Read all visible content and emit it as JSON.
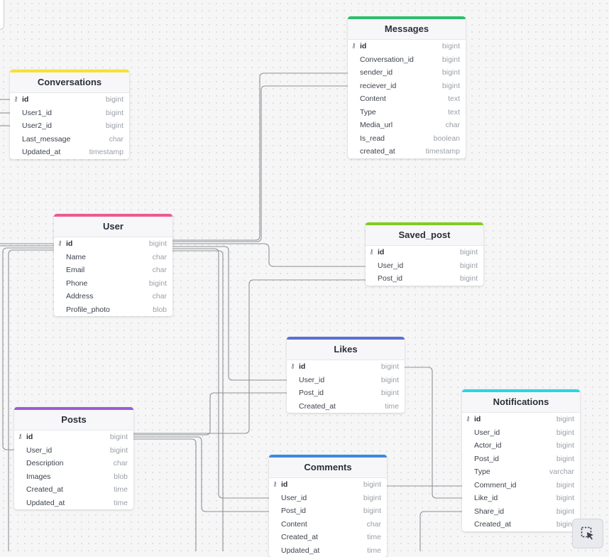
{
  "tables": [
    {
      "name": "Messages",
      "color": "#2bbf6a",
      "fields": [
        [
          "id",
          "bigint"
        ],
        [
          "Conversation_id",
          "bigint"
        ],
        [
          "sender_id",
          "bigint"
        ],
        [
          "reciever_id",
          "bigint"
        ],
        [
          "Content",
          "text"
        ],
        [
          "Type",
          "text"
        ],
        [
          "Media_url",
          "char"
        ],
        [
          "Is_read",
          "boolean"
        ],
        [
          "created_at",
          "timestamp"
        ]
      ]
    },
    {
      "name": "Conversations",
      "color": "#f5e13b",
      "fields": [
        [
          "id",
          "bigint"
        ],
        [
          "User1_id",
          "bigint"
        ],
        [
          "User2_id",
          "bigint"
        ],
        [
          "Last_message",
          "char"
        ],
        [
          "Updated_at",
          "timestamp"
        ]
      ]
    },
    {
      "name": "User",
      "color": "#ec5a8a",
      "fields": [
        [
          "id",
          "bigint"
        ],
        [
          "Name",
          "char"
        ],
        [
          "Email",
          "char"
        ],
        [
          "Phone",
          "bigint"
        ],
        [
          "Address",
          "char"
        ],
        [
          "Profile_photo",
          "blob"
        ]
      ]
    },
    {
      "name": "Saved_post",
      "color": "#7ccf1e",
      "fields": [
        [
          "id",
          "bigint"
        ],
        [
          "User_id",
          "bigint"
        ],
        [
          "Post_id",
          "bigint"
        ]
      ]
    },
    {
      "name": "Likes",
      "color": "#5a6fd6",
      "fields": [
        [
          "id",
          "bigint"
        ],
        [
          "User_id",
          "bigint"
        ],
        [
          "Post_id",
          "bigint"
        ],
        [
          "Created_at",
          "time"
        ]
      ]
    },
    {
      "name": "Notifications",
      "color": "#2ad4e6",
      "fields": [
        [
          "id",
          "bigint"
        ],
        [
          "User_id",
          "bigint"
        ],
        [
          "Actor_id",
          "bigint"
        ],
        [
          "Post_id",
          "bigint"
        ],
        [
          "Type",
          "varchar"
        ],
        [
          "Comment_id",
          "bigint"
        ],
        [
          "Like_id",
          "bigint"
        ],
        [
          "Share_id",
          "bigint"
        ],
        [
          "Created_at",
          "bigint"
        ]
      ]
    },
    {
      "name": "Posts",
      "color": "#9b5bd6",
      "fields": [
        [
          "id",
          "bigint"
        ],
        [
          "User_id",
          "bigint"
        ],
        [
          "Description",
          "char"
        ],
        [
          "Images",
          "blob"
        ],
        [
          "Created_at",
          "time"
        ],
        [
          "Updated_at",
          "time"
        ]
      ]
    },
    {
      "name": "Comments",
      "color": "#3a8be0",
      "fields": [
        [
          "id",
          "bigint"
        ],
        [
          "User_id",
          "bigint"
        ],
        [
          "Post_id",
          "bigint"
        ],
        [
          "Content",
          "char"
        ],
        [
          "Created_at",
          "time"
        ],
        [
          "Updated_at",
          "time"
        ]
      ]
    }
  ],
  "icons": {
    "key": "key-icon",
    "tool": "selection-tool-icon"
  }
}
